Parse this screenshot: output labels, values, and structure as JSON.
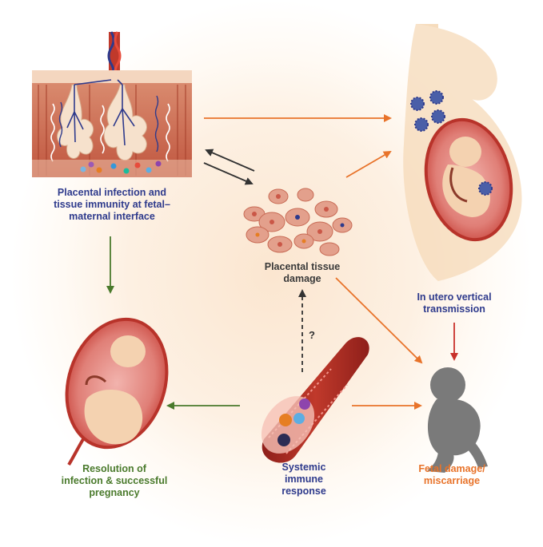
{
  "labels": {
    "placental_infection": [
      "Placental infection and",
      "tissue immunity at fetal–",
      "maternal interface"
    ],
    "placental_damage": [
      "Placental tissue",
      "damage"
    ],
    "vertical_transmission": [
      "In utero vertical",
      "transmission"
    ],
    "resolution": [
      "Resolution of",
      "infection & successful",
      "pregnancy"
    ],
    "systemic": [
      "Systemic",
      "immune",
      "response"
    ],
    "fetal_damage": [
      "Fetal damage/",
      "miscarriage"
    ],
    "question_mark": "?"
  },
  "colors": {
    "arrow_orange": "#e8732a",
    "arrow_green": "#4a7a2c",
    "arrow_red": "#c8302a",
    "arrow_dark": "#333333",
    "label_blue": "#2e3a8c",
    "label_green": "#4a7a2c",
    "label_orange": "#e8732a",
    "tissue_red": "#c0392b",
    "uterus_red": "#b8332a",
    "skin": "#f5d9b8",
    "fetus_gray": "#7a7a7a"
  },
  "icons": {
    "placenta": "placenta-villi-illustration",
    "tissue": "damaged-tissue-cells-illustration",
    "pregnant": "pregnant-woman-virus-illustration",
    "uterus_resolution": "fetus-in-uterus-illustration",
    "blood_vessel": "blood-vessel-immune-cells-illustration",
    "fetus_silhouette": "fetus-silhouette-icon"
  }
}
